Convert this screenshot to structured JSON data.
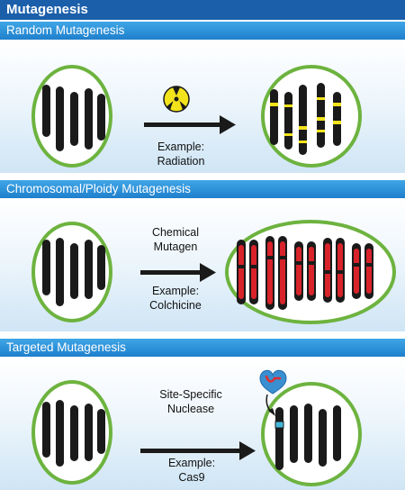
{
  "title": "Mutagenesis",
  "sections": [
    {
      "header": "Random Mutagenesis",
      "example_label": "Example:",
      "example_value": "Radiation"
    },
    {
      "header": "Chromosomal/Ploidy Mutagenesis",
      "agent_line1": "Chemical",
      "agent_line2": "Mutagen",
      "example_label": "Example:",
      "example_value": "Colchicine"
    },
    {
      "header": "Targeted Mutagenesis",
      "agent_line1": "Site-Specific",
      "agent_line2": "Nuclease",
      "example_label": "Example:",
      "example_value": "Cas9"
    }
  ],
  "icons": {
    "radiation": "radiation-icon",
    "nuclease": "nuclease-protein-icon"
  },
  "colors": {
    "title_bar": "#1b5faa",
    "section_header": "#2a8fd8",
    "cell_outline": "#6db33f",
    "chromosome": "#1a1a1a",
    "mutation_band": "#f2e31b",
    "ploidy_fill": "#d8232a",
    "target_site": "#46b8d8",
    "nuclease": "#3a8fd0",
    "guide_rna": "#e02d2d"
  }
}
